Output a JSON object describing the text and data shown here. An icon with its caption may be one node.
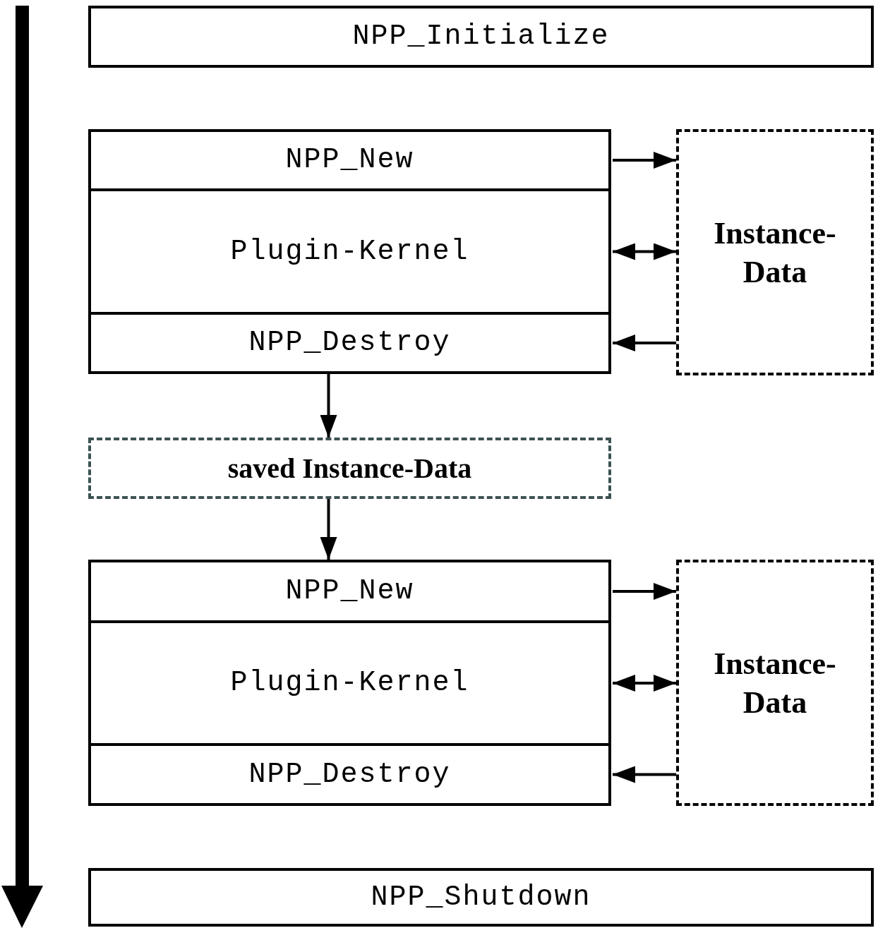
{
  "diagram": {
    "nodes": [
      {
        "text": [
          "NPP_Initialize"
        ]
      },
      {
        "text": [
          "NPP_New"
        ]
      },
      {
        "text": [
          "Plugin-Kernel"
        ]
      },
      {
        "text": [
          "NPP_Destroy"
        ]
      },
      {
        "text": [
          "Instance-Data"
        ]
      },
      {
        "text": [
          "saved Instance-Data"
        ]
      },
      {
        "text": [
          "NPP_New"
        ]
      },
      {
        "text": [
          "Plugin-Kernel"
        ]
      },
      {
        "text": [
          "NPP_Destroy"
        ]
      },
      {
        "text": [
          "Instance-Data"
        ]
      },
      {
        "text": [
          "NPP_Shutdown"
        ]
      }
    ],
    "edges": [
      {
        "from": 1,
        "to": 4,
        "arrow": "to"
      },
      {
        "from": 2,
        "to": 4,
        "arrow": "both"
      },
      {
        "from": 4,
        "to": 3,
        "arrow": "to"
      },
      {
        "from": 3,
        "to": 5,
        "arrow": "to"
      },
      {
        "from": 5,
        "to": 6,
        "arrow": "to"
      },
      {
        "from": 6,
        "to": 9,
        "arrow": "to"
      },
      {
        "from": 7,
        "to": 9,
        "arrow": "both"
      },
      {
        "from": 9,
        "to": 8,
        "arrow": "to"
      }
    ]
  }
}
